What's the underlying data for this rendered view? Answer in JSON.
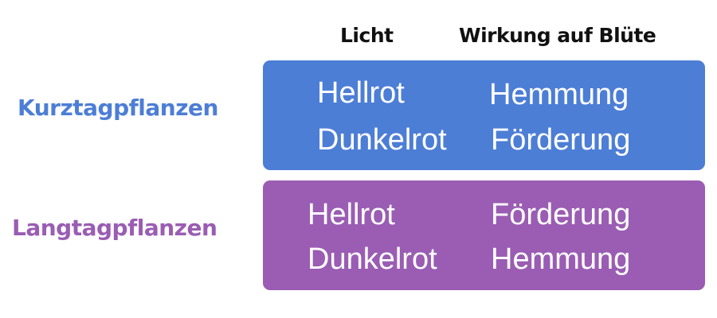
{
  "headers": {
    "light": "Licht",
    "effect": "Wirkung auf Blüte"
  },
  "groups": [
    {
      "label": "Kurztagpflanzen",
      "color": "#4d7ed6",
      "rows": [
        {
          "light": "Hellrot",
          "effect": "Hemmung"
        },
        {
          "light": "Dunkelrot",
          "effect": "Förderung"
        }
      ]
    },
    {
      "label": "Langtagpflanzen",
      "color": "#9a5db3",
      "rows": [
        {
          "light": "Hellrot",
          "effect": "Förderung"
        },
        {
          "light": "Dunkelrot",
          "effect": "Hemmung"
        }
      ]
    }
  ]
}
